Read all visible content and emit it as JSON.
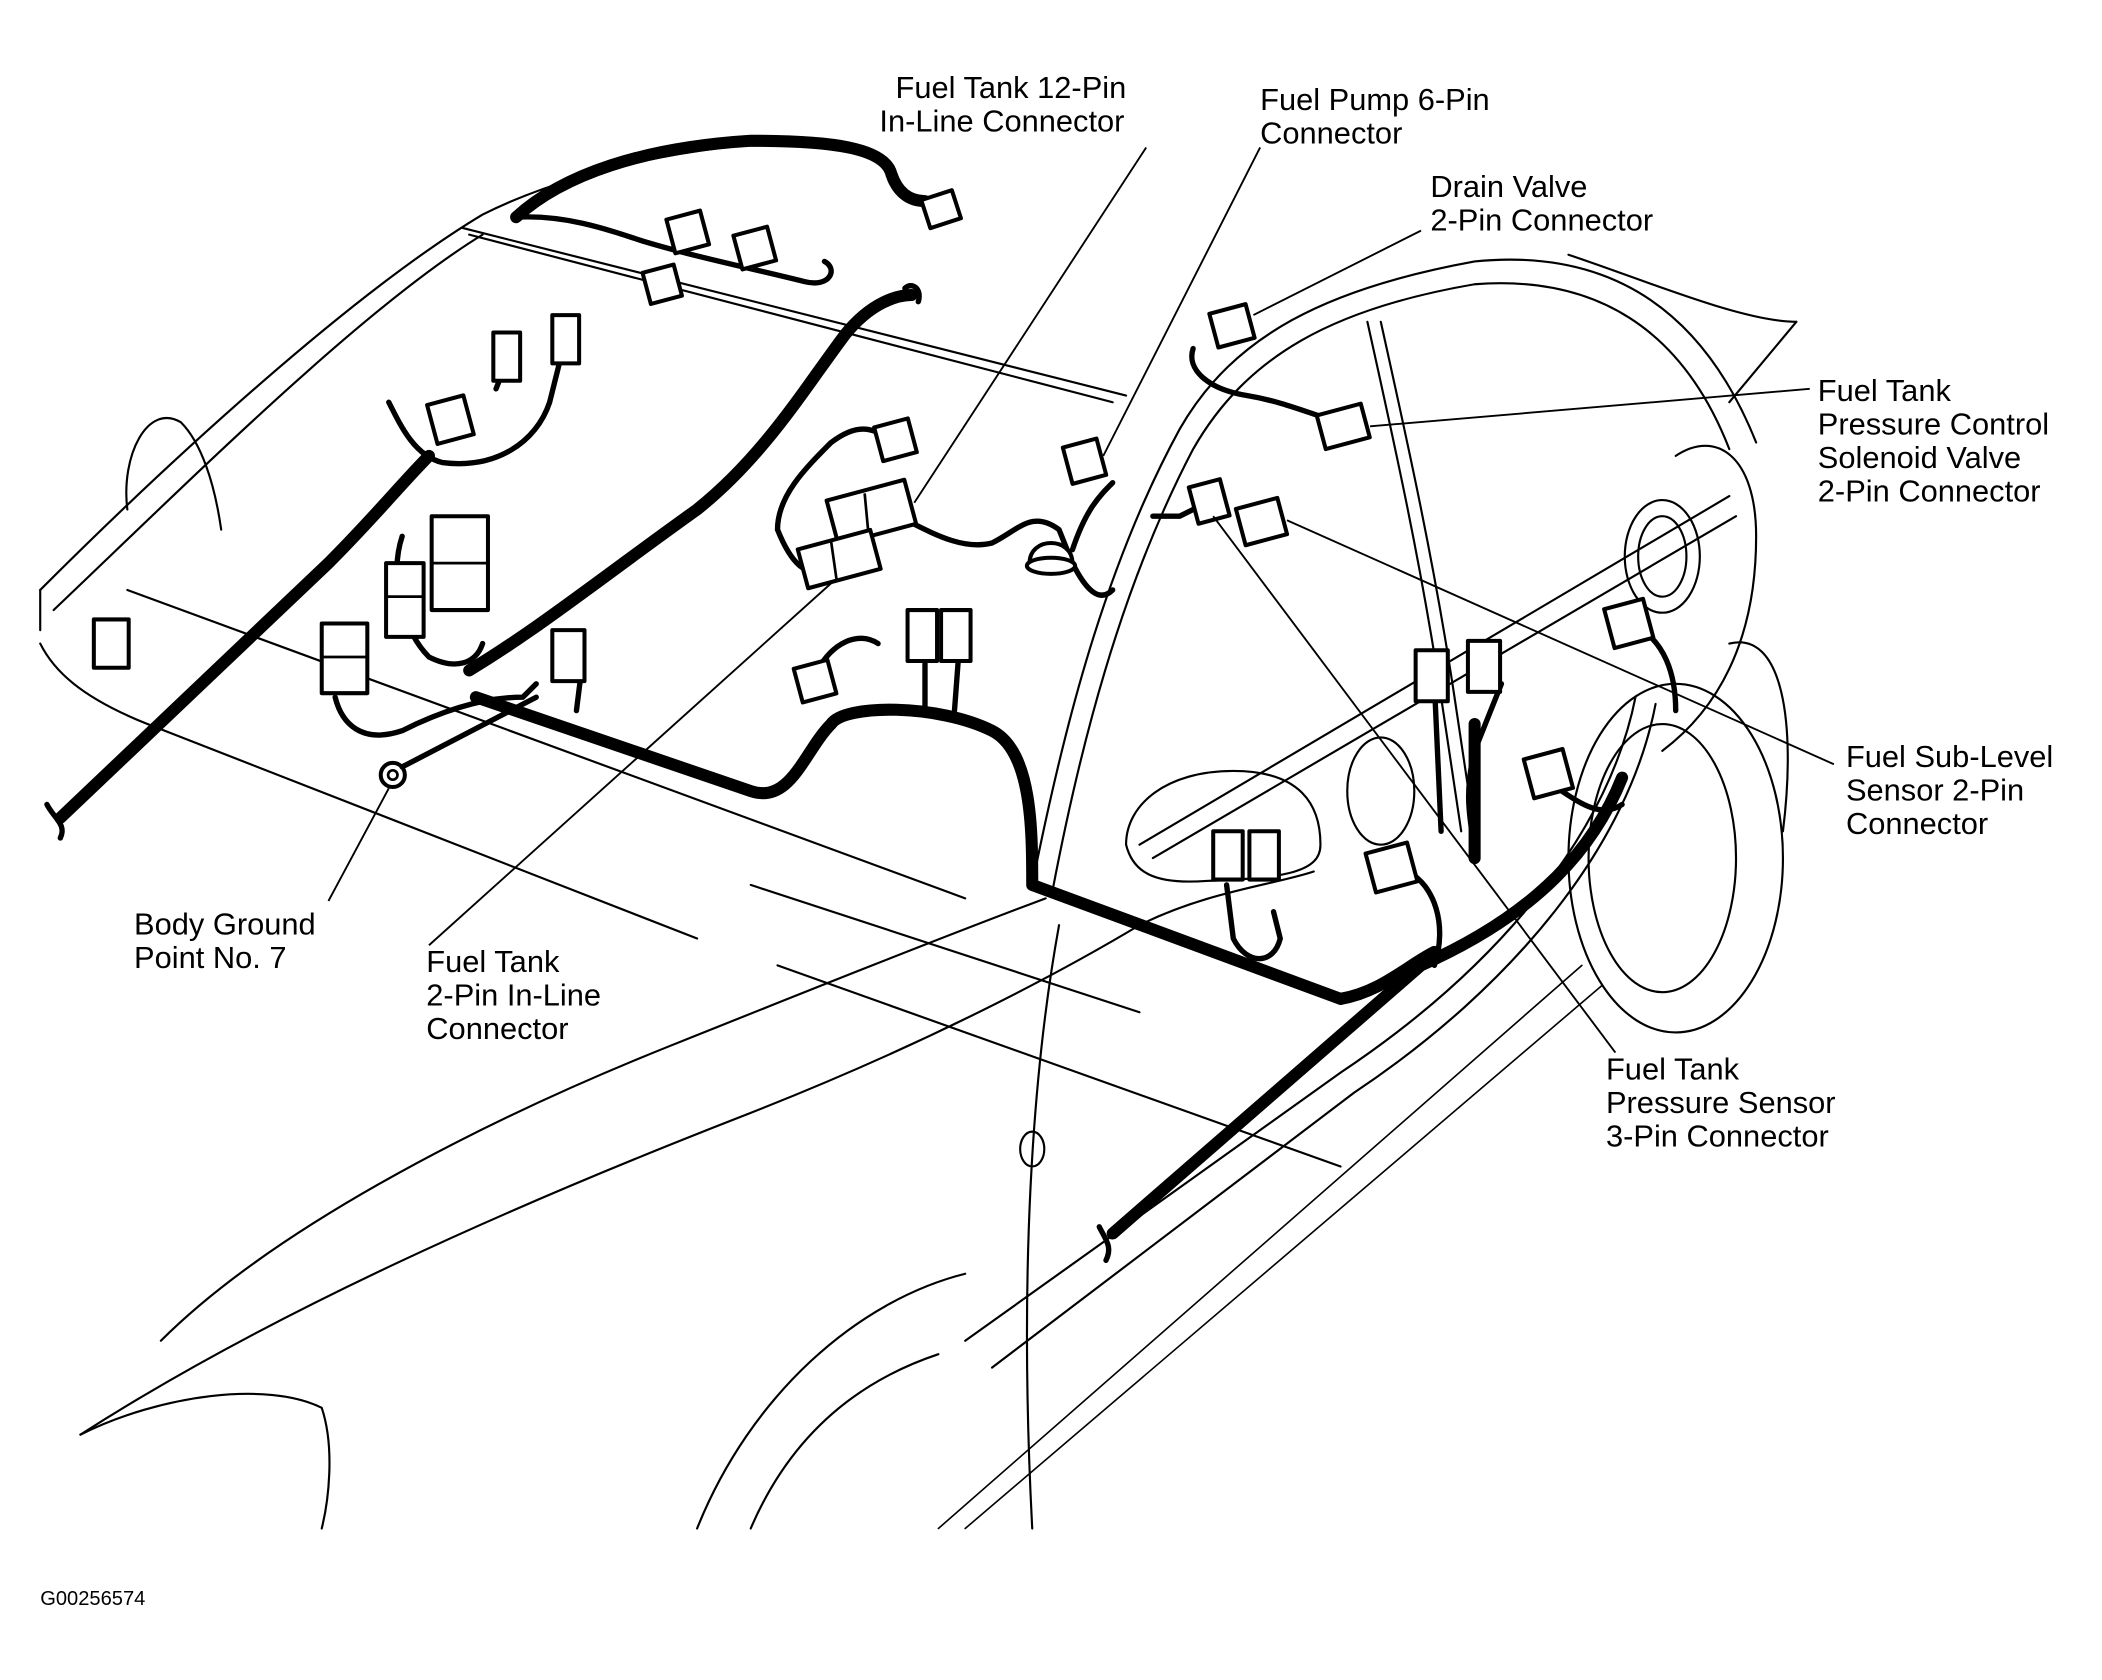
{
  "figure_id": "G00256574",
  "labels": {
    "fuel_tank_12pin": [
      "Fuel Tank 12-Pin",
      "In-Line Connector"
    ],
    "fuel_pump_6pin": [
      "Fuel Pump 6-Pin",
      "Connector"
    ],
    "drain_valve": [
      "Drain Valve",
      "2-Pin Connector"
    ],
    "pressure_control_solenoid": [
      "Fuel Tank",
      "Pressure Control",
      "Solenoid Valve",
      "2-Pin Connector"
    ],
    "fuel_sub_level_sensor": [
      "Fuel Sub-Level",
      "Sensor 2-Pin",
      "Connector"
    ],
    "pressure_sensor": [
      "Fuel Tank",
      "Pressure Sensor",
      "3-Pin Connector"
    ],
    "fuel_tank_2pin": [
      "Fuel Tank",
      "2-Pin In-Line",
      "Connector"
    ],
    "body_ground": [
      "Body Ground",
      "Point No. 7"
    ]
  }
}
